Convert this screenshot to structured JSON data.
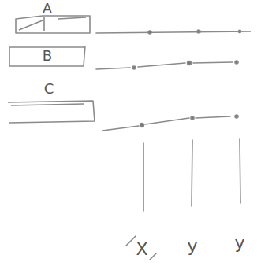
{
  "diagram": {
    "nodes": [
      {
        "text": [
          "A"
        ]
      },
      {
        "text": [
          "B"
        ]
      },
      {
        "text": [
          "C"
        ]
      }
    ],
    "labels": [
      "X",
      "y",
      "y"
    ]
  }
}
